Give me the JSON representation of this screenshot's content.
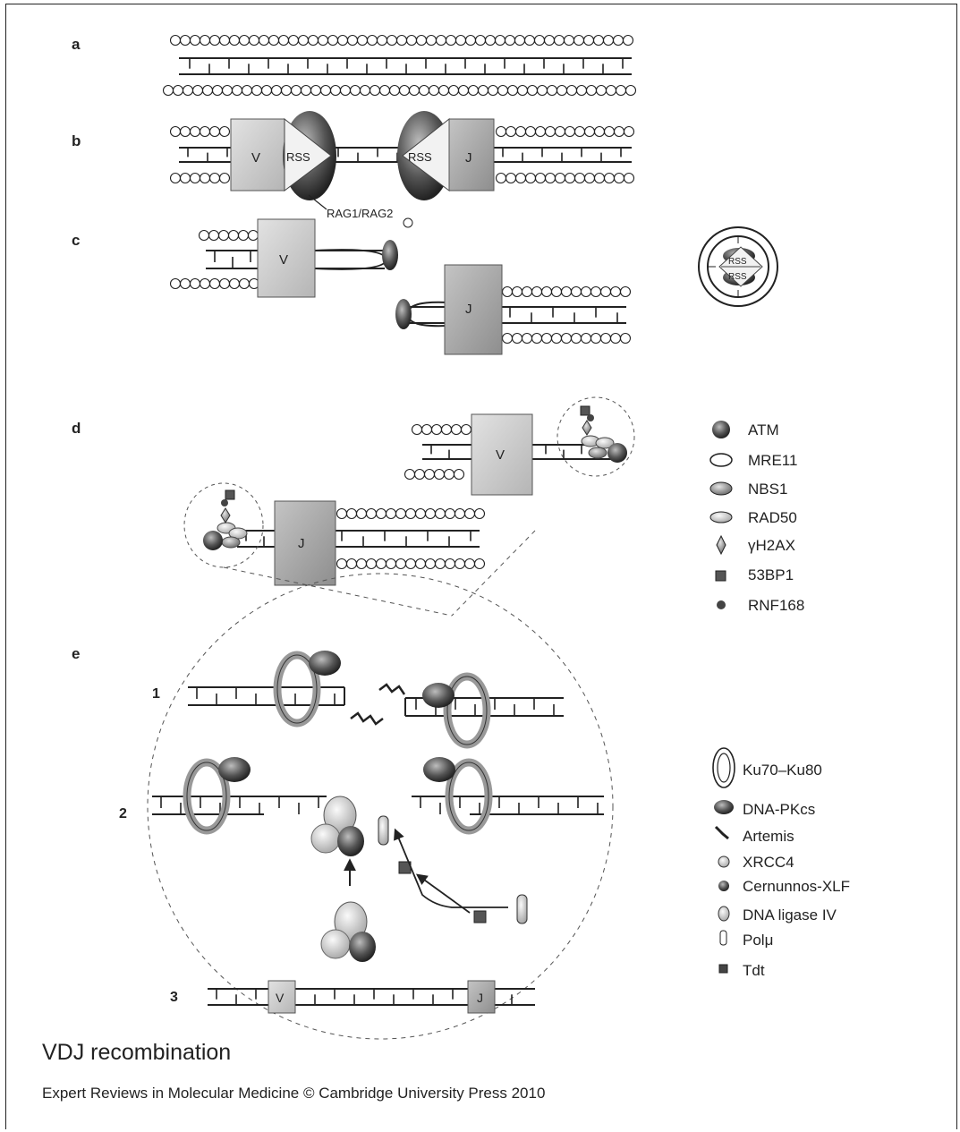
{
  "panels": {
    "a": "a",
    "b": "b",
    "c": "c",
    "d": "d",
    "e": "e"
  },
  "segments": {
    "v": "V",
    "j": "J",
    "rss": "RSS",
    "rag": "RAG1/RAG2"
  },
  "steps": {
    "s1": "1",
    "s2": "2",
    "s3": "3"
  },
  "legend_top": [
    {
      "icon": "atm-icon",
      "label": "ATM"
    },
    {
      "icon": "mre11-icon",
      "label": "MRE11"
    },
    {
      "icon": "nbs1-icon",
      "label": "NBS1"
    },
    {
      "icon": "rad50-icon",
      "label": "RAD50"
    },
    {
      "icon": "gamma-h2ax-icon",
      "label": "γH2AX"
    },
    {
      "icon": "53bp1-icon",
      "label": "53BP1"
    },
    {
      "icon": "rnf168-icon",
      "label": "RNF168"
    }
  ],
  "legend_bottom": [
    {
      "icon": "ku70-ku80-icon",
      "label": "Ku70–Ku80"
    },
    {
      "icon": "dna-pkcs-icon",
      "label": "DNA-PKcs"
    },
    {
      "icon": "artemis-icon",
      "label": "Artemis"
    },
    {
      "icon": "xrcc4-icon",
      "label": "XRCC4"
    },
    {
      "icon": "cernunnos-xlf-icon",
      "label": "Cernunnos-XLF"
    },
    {
      "icon": "dna-ligase-iv-icon",
      "label": "DNA ligase IV"
    },
    {
      "icon": "pol-mu-icon",
      "label": "Polμ"
    },
    {
      "icon": "tdt-icon",
      "label": "Tdt"
    }
  ],
  "caption": {
    "title": "VDJ recombination",
    "credit": "Expert Reviews in Molecular Medicine © Cambridge University Press 2010"
  },
  "colors": {
    "ink": "#222222",
    "box_light": "#d4d4d4",
    "box_dark": "#a8a8a8",
    "protein_dark": "#4a4a4a",
    "protein_mid": "#8a8a8a",
    "protein_light": "#c8c8c8"
  }
}
